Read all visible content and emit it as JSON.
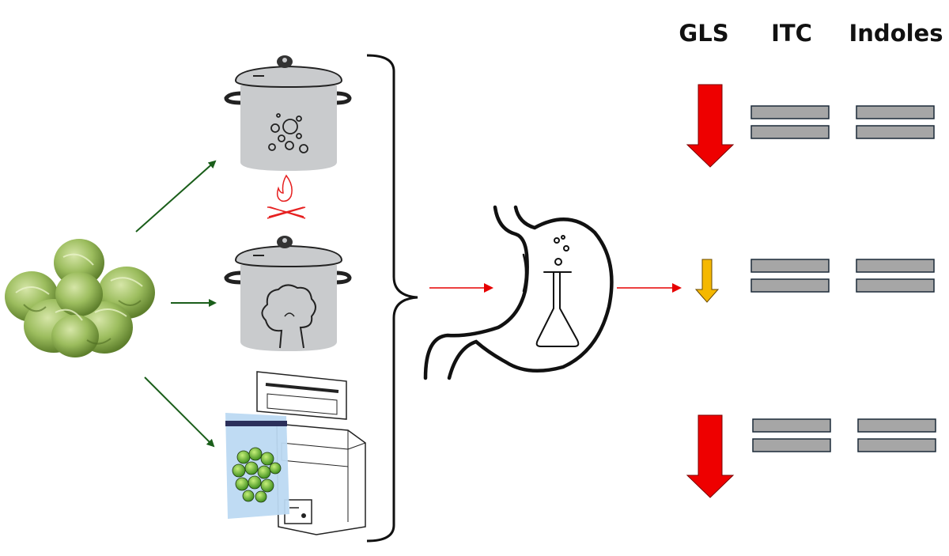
{
  "columns": {
    "gls": "GLS",
    "itc": "ITC",
    "indoles": "Indoles"
  },
  "methods": [
    "boiling",
    "steaming",
    "sous-vide"
  ],
  "results": [
    {
      "method": "boiling",
      "gls": "large-decrease",
      "itc": "no-change",
      "indoles": "no-change"
    },
    {
      "method": "steaming",
      "gls": "small-decrease",
      "itc": "no-change",
      "indoles": "no-change"
    },
    {
      "method": "sous-vide",
      "gls": "large-decrease",
      "itc": "no-change",
      "indoles": "no-change"
    }
  ],
  "colors": {
    "input_arrow": "#1a5e1a",
    "flow_arrow": "#e60000",
    "large_decrease": "#ee0000",
    "small_decrease": "#f5b800",
    "equal_bar": "#a6a6a6",
    "pot": "#c9cbcd",
    "flame": "#e62020",
    "bag": "#bcd9f2",
    "sprout": "#7fae45"
  },
  "icons": {
    "sprouts": "brussels-sprouts-image",
    "boil": "boiling-pot-icon",
    "steam": "steaming-pot-icon",
    "sousvide": "vacuum-sealer-icon",
    "digestion": "stomach-flask-icon"
  }
}
